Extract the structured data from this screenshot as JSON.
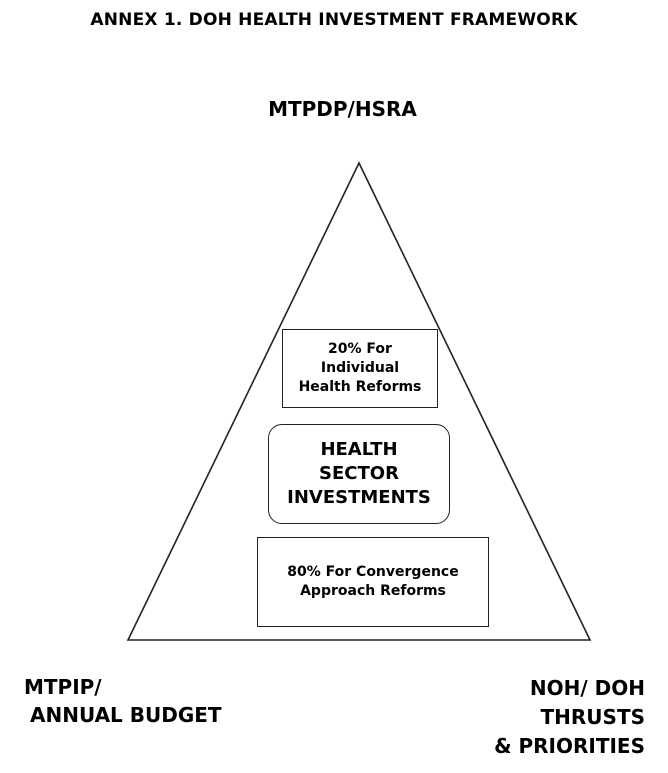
{
  "title": "ANNEX 1.  DOH HEALTH INVESTMENT FRAMEWORK",
  "apex_label": "MTPDP/HSRA",
  "left_corner_label": [
    "MTPIP/",
    "ANNUAL BUDGET"
  ],
  "right_corner_label": [
    "NOH/ DOH",
    "THRUSTS",
    "& PRIORITIES"
  ],
  "boxes": {
    "top": [
      "20% For",
      "Individual",
      "Health Reforms"
    ],
    "middle": [
      "HEALTH",
      "SECTOR",
      "INVESTMENTS"
    ],
    "bottom": [
      "80% For Convergence",
      "Approach Reforms"
    ]
  },
  "colors": {
    "line": "#222222",
    "text": "#000000",
    "background": "#ffffff"
  }
}
